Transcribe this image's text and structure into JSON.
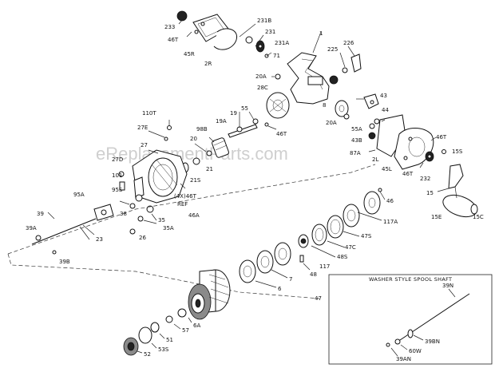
{
  "watermark": "eReplacementParts.com",
  "inset": {
    "title": "WASHER STYLE SPOOL SHAFT"
  },
  "labels": {
    "p233": "233",
    "p46T_a": "46T",
    "p45R": "45R",
    "p2R": "2R",
    "p231B": "231B",
    "p231": "231",
    "p231A": "231A",
    "p71": "71",
    "p1": "1",
    "p226": "226",
    "p225": "225",
    "p20A_a": "20A",
    "p28C": "28C",
    "p43": "43",
    "p44": "44",
    "p8": "8",
    "p20A_b": "20A",
    "p55A": "55A",
    "p43B": "43B",
    "p46T_b": "46T",
    "p15S": "15S",
    "p110T": "110T",
    "p27E": "27E",
    "p55": "55",
    "p19": "19",
    "p19A": "19A",
    "p98B": "98B",
    "p20": "20",
    "p46T_c": "46T",
    "p87A": "87A",
    "p2L": "2L",
    "p45L": "45L",
    "p46T_d": "46T",
    "p232": "232",
    "p15": "15",
    "p15E": "15E",
    "p15C": "15C",
    "p27D": "27D",
    "p27": "27",
    "p21": "21",
    "p21S": "21S",
    "p101": "101",
    "p95S": "95S",
    "p95A": "95A",
    "p14x": "(4X)46T",
    "pREF": "REF",
    "p46A": "46A",
    "p38": "38",
    "p35": "35",
    "p35A": "35A",
    "p26": "26",
    "p39": "39",
    "p23": "23",
    "p39A": "39A",
    "p39B": "39B",
    "p46": "46",
    "p117A": "117A",
    "p47S": "47S",
    "p47C": "47C",
    "p48S": "48S",
    "p117": "117",
    "p48": "48",
    "p7": "7",
    "p6": "6",
    "p47": "47",
    "p6A": "6A",
    "p57": "57",
    "p51": "51",
    "p53S": "53S",
    "p52": "52",
    "p39N": "39N",
    "p39BN": "39BN",
    "p60W": "60W",
    "p39AN": "39AN"
  }
}
